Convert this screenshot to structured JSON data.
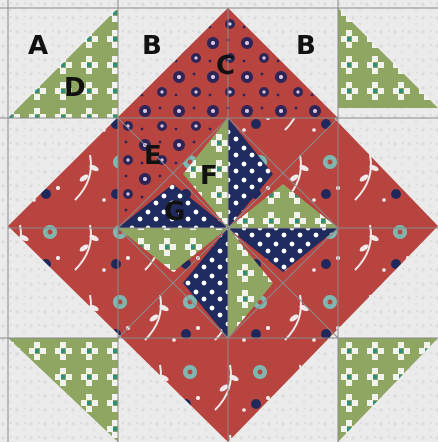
{
  "labels": {
    "a": "A",
    "b_left": "B",
    "b_right": "B",
    "c": "C",
    "d": "D",
    "e": "E",
    "f": "F",
    "g": "G"
  },
  "colors": {
    "background_white": "#ebebeb",
    "green": "#8ea662",
    "red": "#b84440",
    "navy": "#1f2a5e",
    "teal": "#5e9c95",
    "seam": "#8a8a8a"
  }
}
